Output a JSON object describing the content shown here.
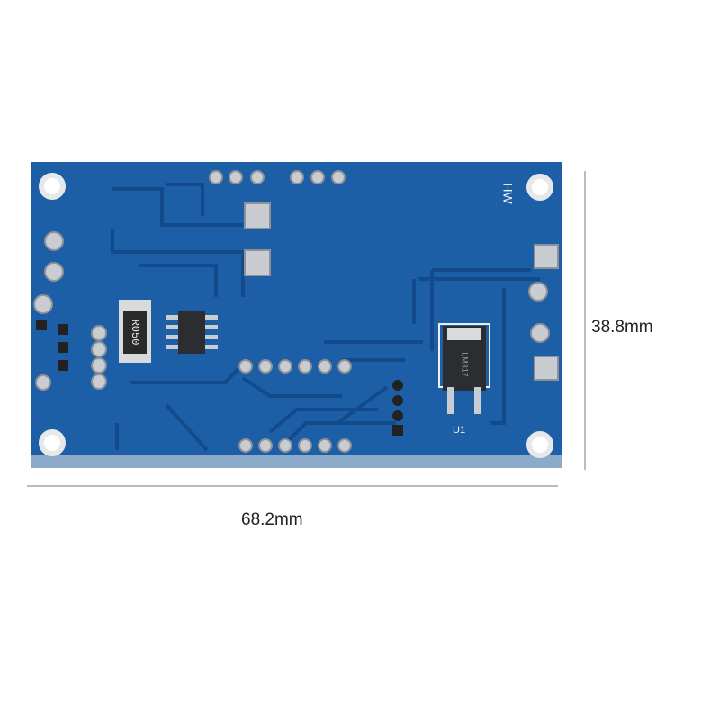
{
  "board": {
    "silk_top_right": "HW",
    "resistor_marking": "R050",
    "regulator_marking": "LM317",
    "regulator_ref": "U1",
    "colors": {
      "pcb": "#1c5fa6",
      "trace": "#124a8c",
      "pad": "#c9ccd0",
      "edge": "#2f78be"
    }
  },
  "dimensions": {
    "width_label": "68.2mm",
    "height_label": "38.8mm"
  }
}
